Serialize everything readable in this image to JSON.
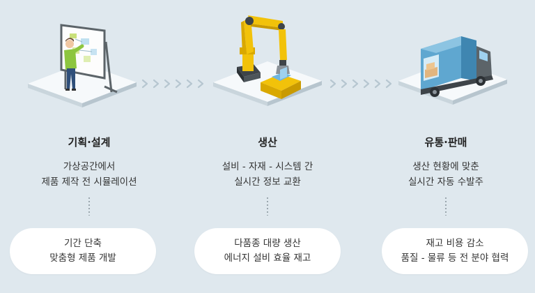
{
  "stages": [
    {
      "title": "기획·설계",
      "desc_lines": [
        "가상공간에서",
        "제품 제작 전 시뮬레이션"
      ],
      "benefit_lines": [
        "기간 단축",
        "맞춤형 제품 개발"
      ]
    },
    {
      "title": "생산",
      "desc_lines": [
        "설비 - 자재 - 시스템 간",
        "실시간 정보 교환"
      ],
      "benefit_lines": [
        "다품종 대량 생산",
        "에너지 설비 효율 재고"
      ]
    },
    {
      "title": "유통·판매",
      "desc_lines": [
        "생산 현황에 맞춘",
        "실시간 자동 수발주"
      ],
      "benefit_lines": [
        "재고 비용 감소",
        "품질 - 물류 등 전 분야 협력"
      ]
    }
  ],
  "icons": [
    "planner-whiteboard-icon",
    "robot-arm-icon",
    "delivery-truck-icon",
    "chevron-right-icon"
  ],
  "colors": {
    "background": "#dfe8ee",
    "pill": "#ffffff",
    "chevron": "#b6c6d0",
    "robot": "#f2c20a",
    "truck": "#5fa7d0"
  }
}
